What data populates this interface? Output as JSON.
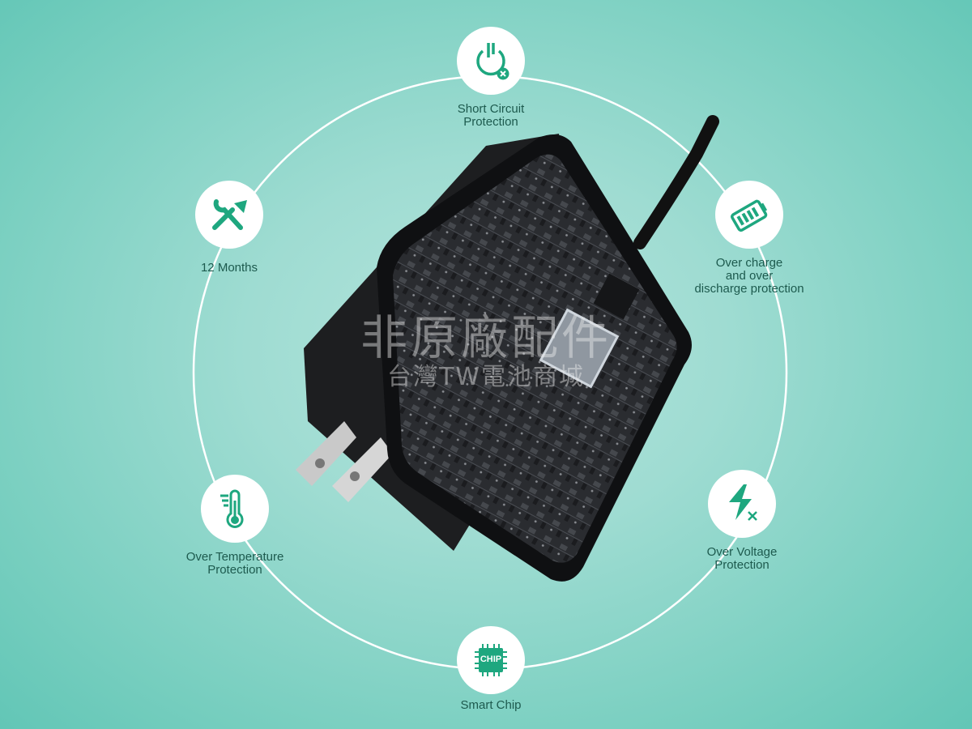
{
  "features": [
    {
      "id": "short-circuit",
      "label": "Short Circuit\nProtection",
      "icon": "power-off-icon"
    },
    {
      "id": "warranty",
      "label": "12 Months",
      "icon": "tools-icon"
    },
    {
      "id": "over-charge",
      "label": "Over charge\nand over\ndischarge protection",
      "icon": "battery-icon"
    },
    {
      "id": "over-temperature",
      "label": "Over Temperature\nProtection",
      "icon": "thermometer-icon"
    },
    {
      "id": "over-voltage",
      "label": "Over Voltage\nProtection",
      "icon": "lightning-icon"
    },
    {
      "id": "smart-chip",
      "label": "Smart Chip",
      "icon": "chip-icon",
      "chip_text": "CHIP"
    }
  ],
  "watermark": {
    "line1": "非原廠配件",
    "line2": "台灣TW電池商城"
  },
  "colors": {
    "accent": "#1ea77f",
    "text": "#1d5a4e"
  }
}
